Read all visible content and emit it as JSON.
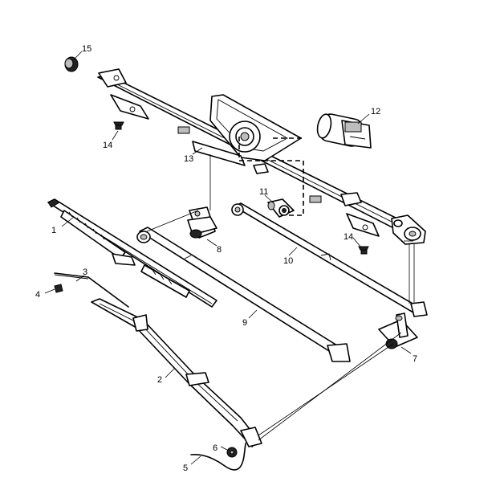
{
  "diagram": {
    "callouts": [
      {
        "id": "c1",
        "label": "1"
      },
      {
        "id": "c2",
        "label": "2"
      },
      {
        "id": "c3",
        "label": "3"
      },
      {
        "id": "c4",
        "label": "4"
      },
      {
        "id": "c5",
        "label": "5"
      },
      {
        "id": "c6",
        "label": "6"
      },
      {
        "id": "c7",
        "label": "7"
      },
      {
        "id": "c8",
        "label": "8"
      },
      {
        "id": "c9",
        "label": "9"
      },
      {
        "id": "c10",
        "label": "10"
      },
      {
        "id": "c11",
        "label": "11"
      },
      {
        "id": "c12",
        "label": "12"
      },
      {
        "id": "c13",
        "label": "13"
      },
      {
        "id": "c14a",
        "label": "14"
      },
      {
        "id": "c14b",
        "label": "14"
      },
      {
        "id": "c15",
        "label": "15"
      }
    ]
  }
}
